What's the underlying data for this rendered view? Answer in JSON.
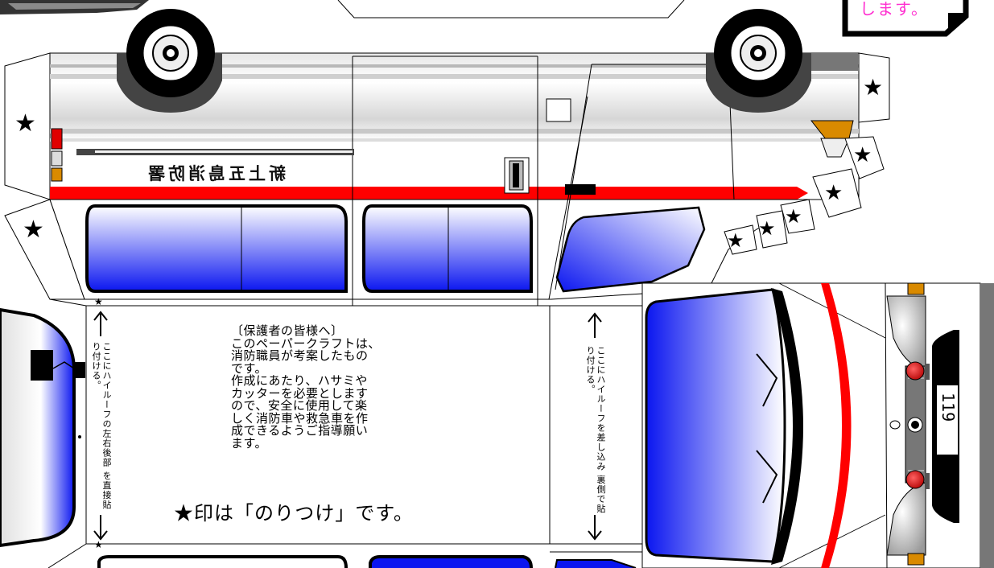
{
  "station_name": "新上五島消防署",
  "plate_number": "119",
  "corner_note": "します。",
  "guardian_notice": {
    "lines": [
      "〔保護者の皆様へ〕",
      "このペーパークラフトは、",
      "消防職員が考案したもの",
      "です。",
      "作成にあたり、ハサミや",
      "カッターを必要とします",
      "ので、安全に使用して楽",
      "しく消防車や救急車を作",
      "成できるようご指導願い",
      "ます。"
    ]
  },
  "glue_note": "★印は「のりつけ」です。",
  "left_instruction": {
    "line1": "ここにハイルーフの左右後部",
    "line2": "を直接貼り付ける。"
  },
  "right_instruction": {
    "line1": "ここにハイルーフを差し込み",
    "line2": "裏側で貼り付ける。"
  },
  "glue_symbol": "★",
  "colors": {
    "stripe_red": "#ff0000",
    "window_blue": "#0b16f0",
    "tire_black": "#000000",
    "pink_text": "#ff2fd0"
  }
}
